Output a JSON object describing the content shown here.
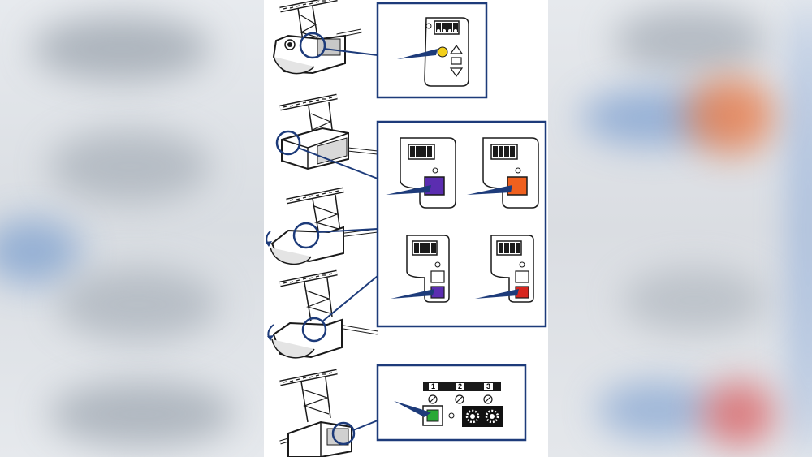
{
  "colors": {
    "frame": "#1d3b7a",
    "yellow_button": "#f2cf1b",
    "purple_button": "#5b2db0",
    "orange_button": "#f0601e",
    "red_button": "#d7261f",
    "green_button": "#2aa836",
    "line": "#1a1a1a"
  },
  "icons": {
    "learn_button_yellow": "circle-button-icon",
    "learn_button_square": "square-button-icon",
    "pointer": "arrow-pointer-icon",
    "terminals": "terminal-block-icon",
    "up_arrow": "triangle-up-icon",
    "down_arrow": "triangle-down-icon",
    "gear": "gear-icon"
  },
  "terminal_labels": [
    "1",
    "2",
    "3"
  ]
}
